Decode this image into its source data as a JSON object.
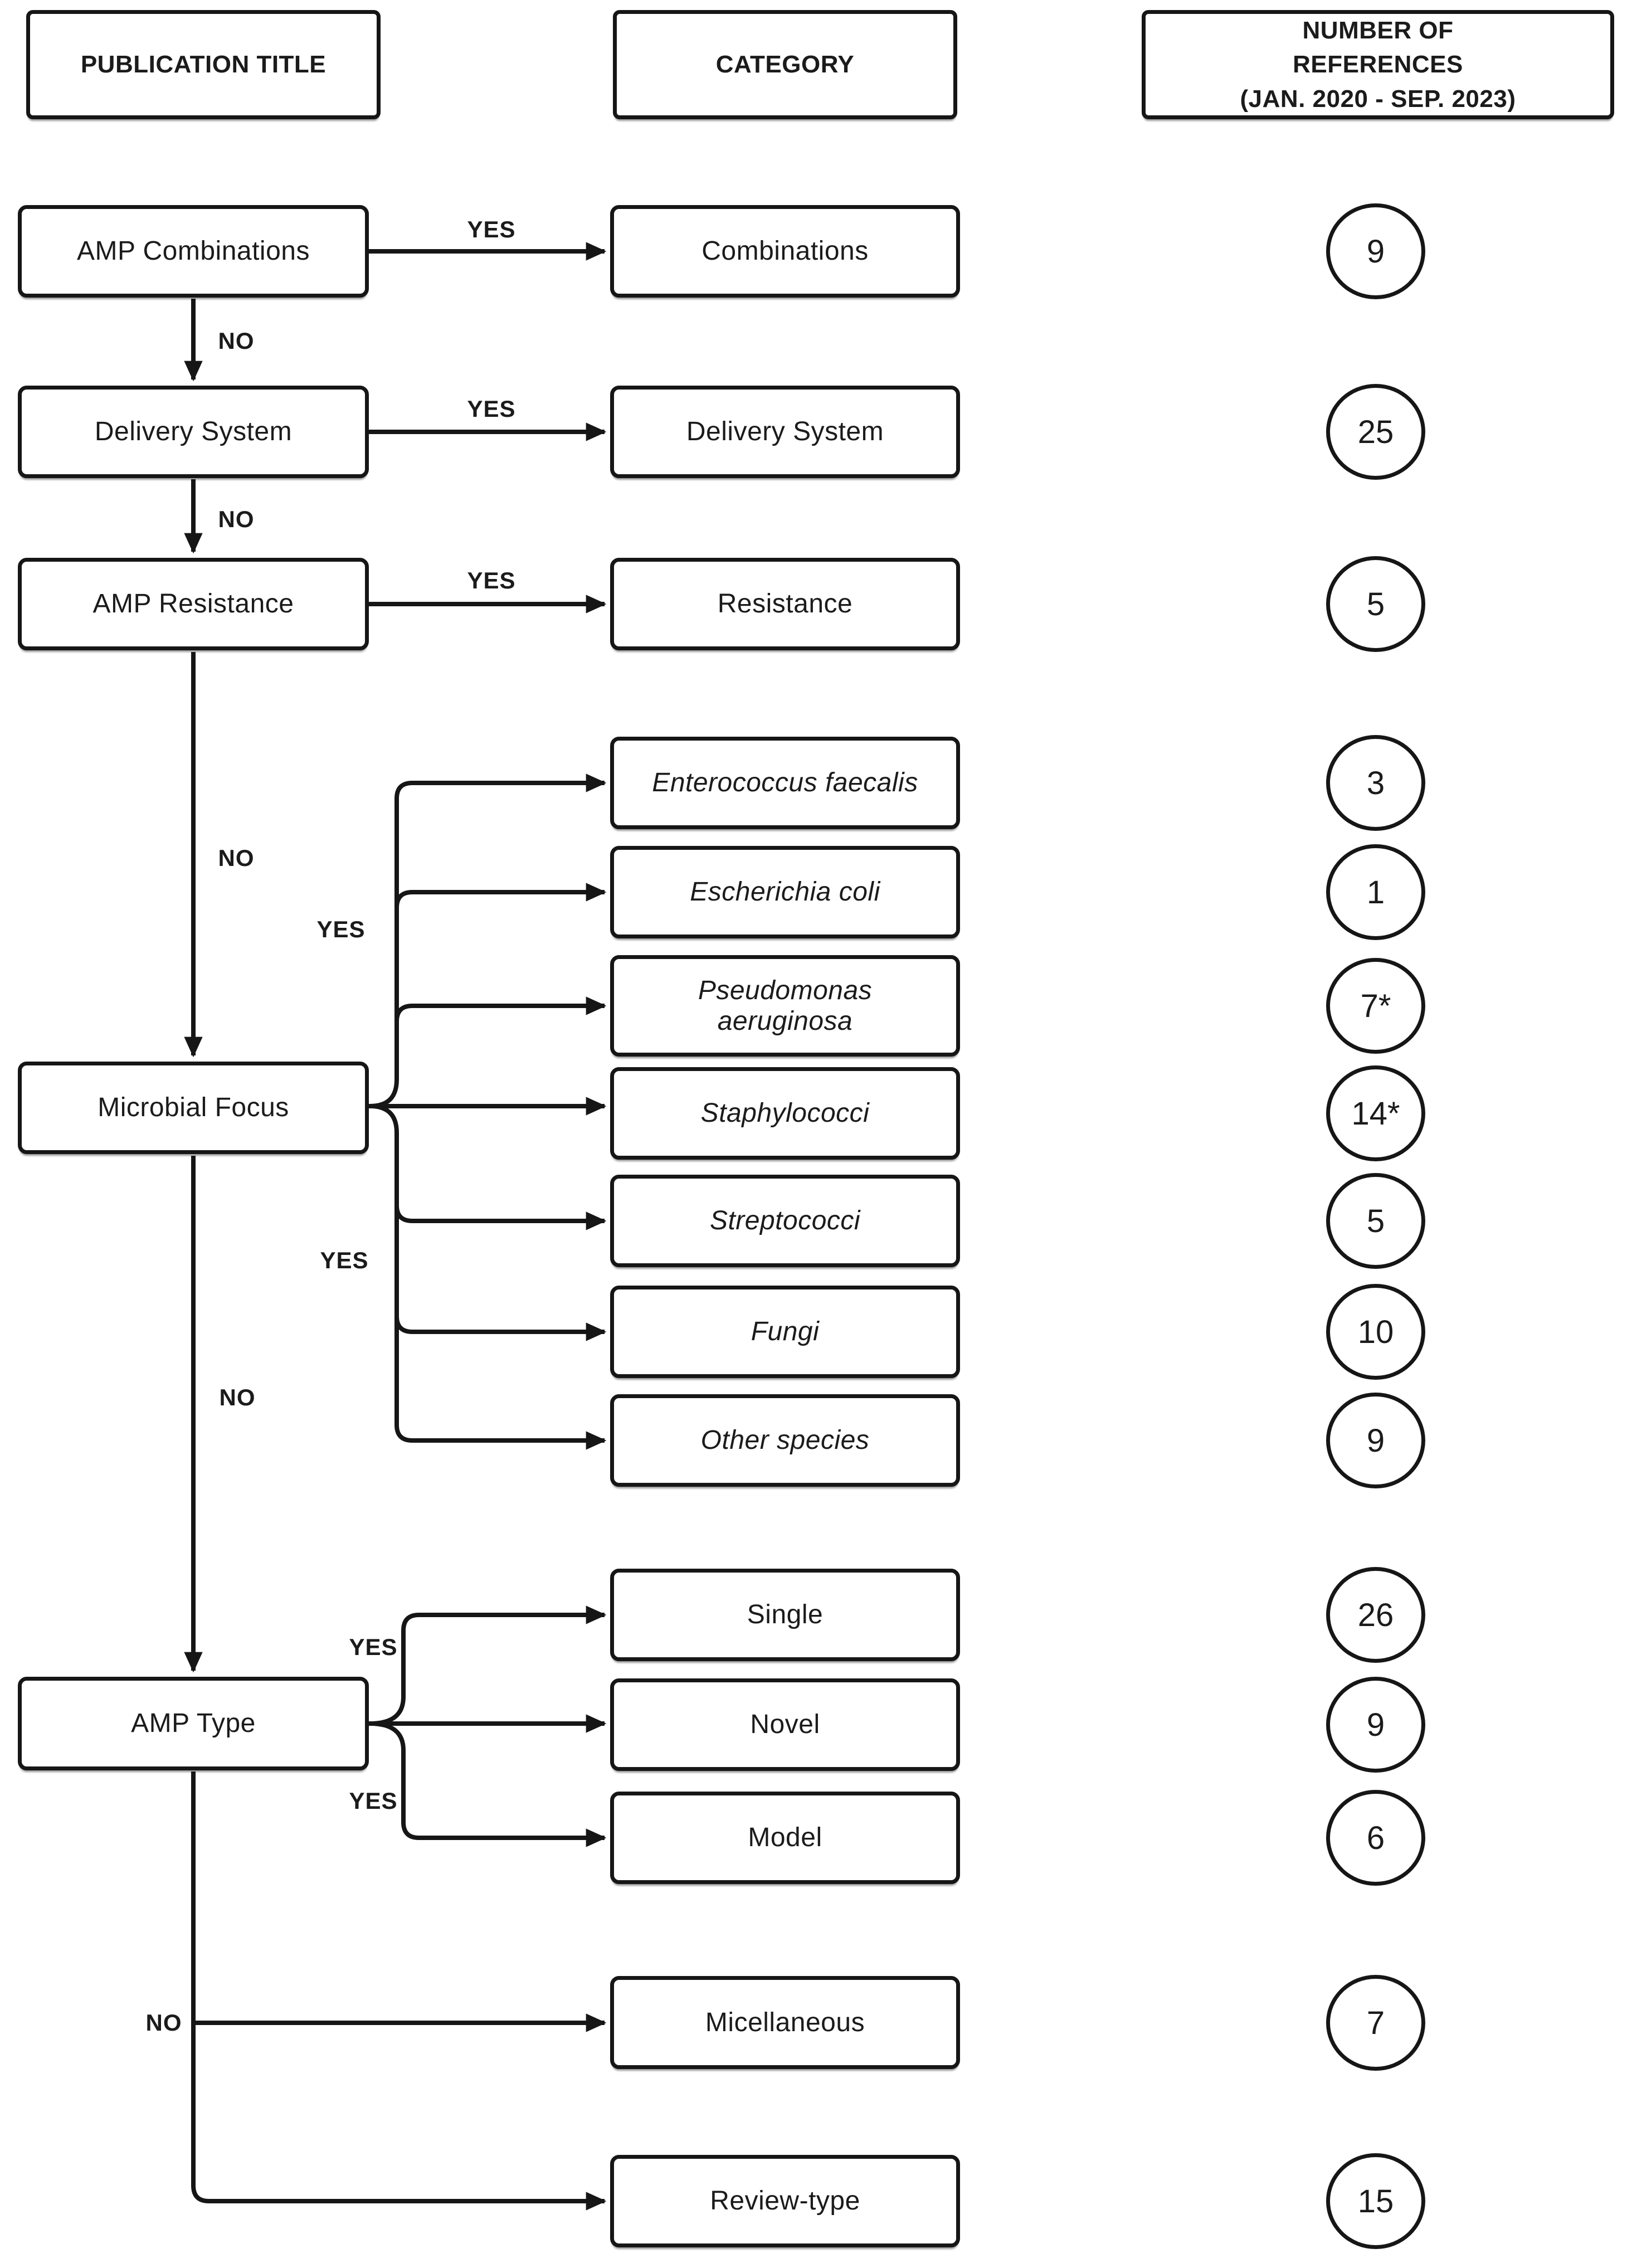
{
  "headers": {
    "publication_title": "PUBLICATION TITLE",
    "category": "CATEGORY",
    "references_line1": "NUMBER OF REFERENCES",
    "references_line2": "(JAN. 2020 - SEP. 2023)"
  },
  "decisions": [
    {
      "label": "AMP Combinations"
    },
    {
      "label": "Delivery System"
    },
    {
      "label": "AMP Resistance"
    },
    {
      "label": "Microbial Focus"
    },
    {
      "label": "AMP Type"
    }
  ],
  "categories": [
    {
      "label": "Combinations",
      "references": "9",
      "italic": false
    },
    {
      "label": "Delivery System",
      "references": "25",
      "italic": false
    },
    {
      "label": "Resistance",
      "references": "5",
      "italic": false
    },
    {
      "label": "Enterococcus faecalis",
      "references": "3",
      "italic": true
    },
    {
      "label": "Escherichia coli",
      "references": "1",
      "italic": true
    },
    {
      "label": "Pseudomonas aeruginosa",
      "references": "7*",
      "italic": true
    },
    {
      "label": "Staphylococci",
      "references": "14*",
      "italic": true
    },
    {
      "label": "Streptococci",
      "references": "5",
      "italic": true
    },
    {
      "label": "Fungi",
      "references": "10",
      "italic": true
    },
    {
      "label": "Other species",
      "references": "9",
      "italic": true
    },
    {
      "label": "Single",
      "references": "26",
      "italic": false
    },
    {
      "label": "Novel",
      "references": "9",
      "italic": false
    },
    {
      "label": "Model",
      "references": "6",
      "italic": false
    },
    {
      "label": "Micellaneous",
      "references": "7",
      "italic": false
    },
    {
      "label": "Review-type",
      "references": "15",
      "italic": false
    }
  ],
  "edge_labels": {
    "yes": "YES",
    "no": "NO"
  },
  "colors": {
    "line": "#161616",
    "background": "#ffffff",
    "text": "#1b1b1b"
  }
}
